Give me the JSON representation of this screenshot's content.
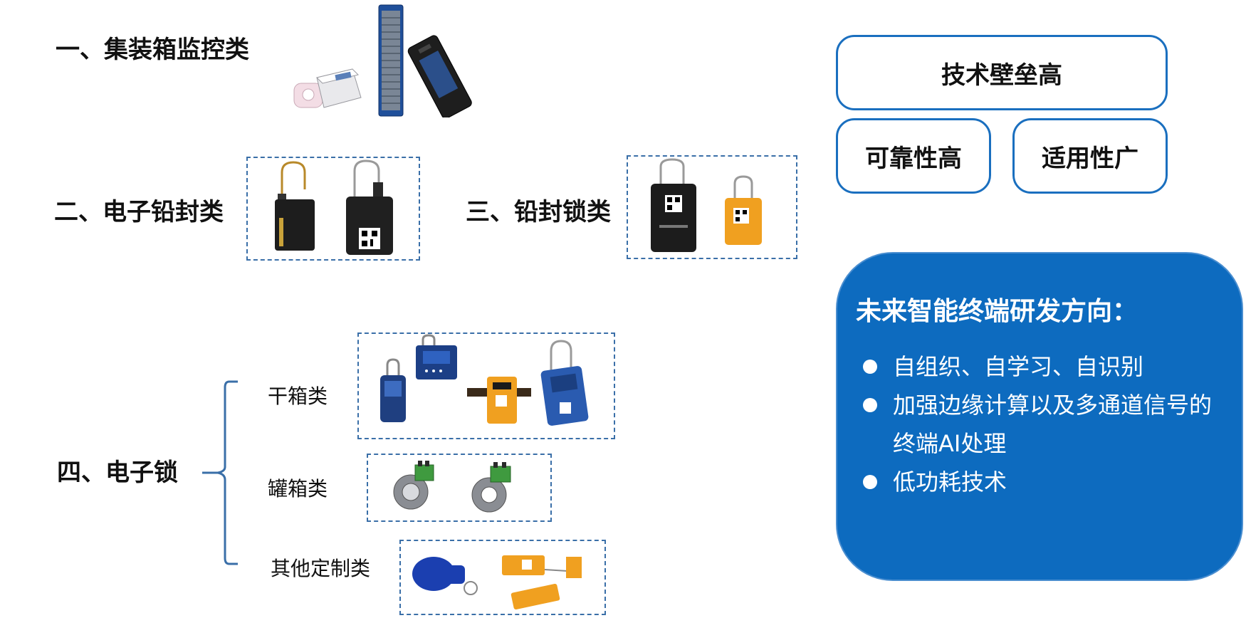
{
  "categories": {
    "container_monitor": "一、集装箱监控类",
    "electronic_seal": "二、电子铅封类",
    "seal_lock": "三、铅封锁类",
    "electronic_lock": "四、电子锁"
  },
  "lock_types": {
    "dry_box": "干箱类",
    "tank_box": "罐箱类",
    "custom": "其他定制类"
  },
  "features": {
    "top": "技术壁垒高",
    "left": "可靠性高",
    "right": "适用性广"
  },
  "future": {
    "title": "未来智能终端研发方向：",
    "items": [
      "自组织、自学习、自识别",
      "加强边缘计算以及多通道信号的终端AI处理",
      "低功耗技术"
    ]
  },
  "colors": {
    "accent_blue": "#0d6bbf",
    "frame_blue": "#3a6fa8",
    "device_orange": "#f0a020",
    "device_dark": "#2a2a2a"
  }
}
